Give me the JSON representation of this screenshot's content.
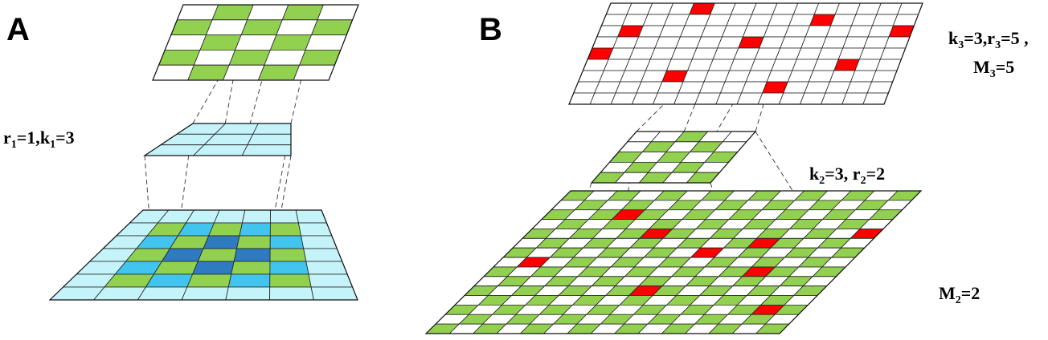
{
  "panels": {
    "a": {
      "letter": "A",
      "label": {
        "r": "r",
        "r_sub": "1",
        "r_val": "=1,",
        "k": "k",
        "k_sub": "1",
        "k_val": "=3"
      }
    },
    "b": {
      "letter": "B",
      "label_top_line1": {
        "k": "k",
        "k_sub": "3",
        "k_val": "=3,",
        "r": "r",
        "r_sub": "3",
        "r_val": "=5 ,"
      },
      "label_top_line2": {
        "m": "M",
        "m_sub": "3",
        "m_val": "=5"
      },
      "label_mid": {
        "k": "k",
        "k_sub": "2",
        "k_val": "=3, ",
        "r": "r",
        "r_sub": "2",
        "r_val": "=2"
      },
      "label_bottom": {
        "m": "M",
        "m_sub": "2",
        "m_val": "=2"
      }
    }
  },
  "colors": {
    "green": "#92d050",
    "red": "#ff0000",
    "light_cyan": "#c5f3fa",
    "cyan": "#41c4ee",
    "blue": "#2e7bc2",
    "white": "#ffffff"
  },
  "grids": {
    "a_top": {
      "rows": 5,
      "cols": 5,
      "colored": [
        [
          0,
          1
        ],
        [
          0,
          3
        ],
        [
          1,
          0
        ],
        [
          1,
          2
        ],
        [
          1,
          4
        ],
        [
          2,
          1
        ],
        [
          2,
          3
        ],
        [
          3,
          0
        ],
        [
          3,
          2
        ],
        [
          3,
          4
        ],
        [
          4,
          1
        ],
        [
          4,
          3
        ]
      ],
      "color": "green"
    },
    "a_mid": {
      "rows": 3,
      "cols": 3,
      "fill": "light_cyan"
    },
    "a_bottom": {
      "rows": 7,
      "cols": 7,
      "fill": "light_cyan"
    },
    "b_top": {
      "rows": 9,
      "cols": 15,
      "color": "red",
      "colored": [
        [
          0,
          4
        ],
        [
          1,
          10
        ],
        [
          2,
          1
        ],
        [
          2,
          14
        ],
        [
          3,
          7
        ],
        [
          4,
          0
        ],
        [
          5,
          12
        ],
        [
          6,
          4
        ],
        [
          7,
          9
        ]
      ]
    },
    "b_mid": {
      "rows": 5,
      "cols": 5,
      "color": "green",
      "colored": [
        [
          0,
          2
        ],
        [
          1,
          1
        ],
        [
          1,
          3
        ],
        [
          2,
          0
        ],
        [
          2,
          2
        ],
        [
          2,
          4
        ],
        [
          3,
          1
        ],
        [
          3,
          3
        ],
        [
          4,
          0
        ],
        [
          4,
          2
        ],
        [
          4,
          4
        ]
      ]
    },
    "b_bottom": {
      "rows": 15,
      "cols": 15,
      "color": "green"
    }
  }
}
